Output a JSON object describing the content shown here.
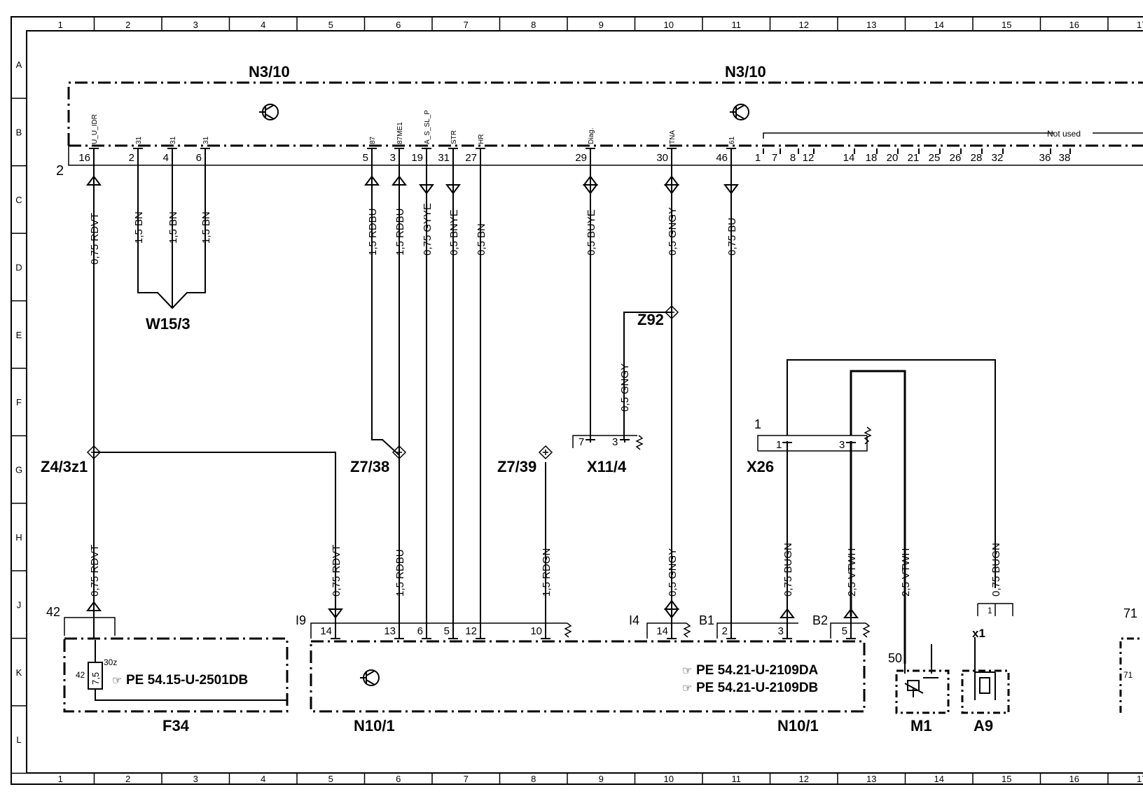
{
  "grid": {
    "cols": [
      "1",
      "2",
      "3",
      "4",
      "5",
      "6",
      "7",
      "8",
      "9",
      "10",
      "11",
      "12",
      "13",
      "14",
      "15",
      "16",
      "17"
    ],
    "rows": [
      "A",
      "B",
      "C",
      "D",
      "E",
      "F",
      "G",
      "H",
      "J",
      "K",
      "L"
    ]
  },
  "n3_10": {
    "label_left": "N3/10",
    "label_right": "N3/10",
    "connector_id": "2",
    "not_used_label": "Not used",
    "pins": [
      {
        "num": "16",
        "signal": "U_U_IDR",
        "wire": "0,75 RDVT"
      },
      {
        "num": "2",
        "signal": "31",
        "wire": "1,5 BN"
      },
      {
        "num": "4",
        "signal": "31",
        "wire": "1,5 BN"
      },
      {
        "num": "6",
        "signal": "31",
        "wire": "1,5 BN"
      },
      {
        "num": "5",
        "signal": "87",
        "wire": "1,5 RDBU"
      },
      {
        "num": "3",
        "signal": "87ME1",
        "wire": "1,5 RDBU"
      },
      {
        "num": "19",
        "signal": "A_S_SL_P",
        "wire": "0,75 GYYE"
      },
      {
        "num": "31",
        "signal": "STR",
        "wire": "0,5 BNYE"
      },
      {
        "num": "27",
        "signal": "HR",
        "wire": "0,5 BN"
      },
      {
        "num": "29",
        "signal": "Diag.",
        "wire": "0,5 BUYE"
      },
      {
        "num": "30",
        "signal": "TNA",
        "wire": "0,5 GNGY"
      },
      {
        "num": "46",
        "signal": "61",
        "wire": "0,75 BU"
      }
    ],
    "unused_pins": [
      "1",
      "7",
      "8",
      "12",
      "14",
      "18",
      "20",
      "21",
      "25",
      "26",
      "28",
      "32",
      "36",
      "38"
    ]
  },
  "w15_3": {
    "label": "W15/3"
  },
  "z92": {
    "label": "Z92",
    "branch_wire": "0,5 GNGY"
  },
  "x11_4": {
    "label": "X11/4",
    "pin_a": "7",
    "pin_b": "3"
  },
  "z4_3z1": {
    "label": "Z4/3z1"
  },
  "z7_38": {
    "label": "Z7/38"
  },
  "z7_39": {
    "label": "Z7/39"
  },
  "x26": {
    "label": "X26",
    "id": "1",
    "pin_a": "1",
    "pin_b": "3"
  },
  "lower_wires": {
    "z4_down": "0,75 RDVT",
    "z4_right": "0,75 RDVT",
    "z7_38_down": "1,5 RDBU",
    "z7_39_down": "1,5 RDGN",
    "z92_down": "0,5 GNGY",
    "x26_1": "0,75 BUGN",
    "x26_3": "2,5 VTWH",
    "m1": "2,5 VTWH",
    "a9": "0,75 BUGN"
  },
  "f34": {
    "label": "F34",
    "connector": "42",
    "fuse_pin": "42",
    "fuse_rating": "7,5",
    "terminal": "30z",
    "ref": "PE  54.15-U-2501DB"
  },
  "n10_1": {
    "label_left": "N10/1",
    "label_right": "N10/1",
    "conn_i9": "I9",
    "conn_i4": "I4",
    "conn_b1": "B1",
    "conn_b2": "B2",
    "i9_pins": [
      "14",
      "13",
      "6",
      "5",
      "12",
      "10"
    ],
    "i4_pin": "14",
    "b1_pins": [
      "2",
      "3"
    ],
    "b2_pin": "5",
    "ref1": "PE  54.21-U-2109DA",
    "ref2": "PE  54.21-U-2109DB"
  },
  "m1": {
    "label": "M1",
    "terminal": "50"
  },
  "a9": {
    "label": "A9",
    "pin": "x1",
    "contact": "1"
  },
  "edge": {
    "connector": "71",
    "pin": "71"
  }
}
